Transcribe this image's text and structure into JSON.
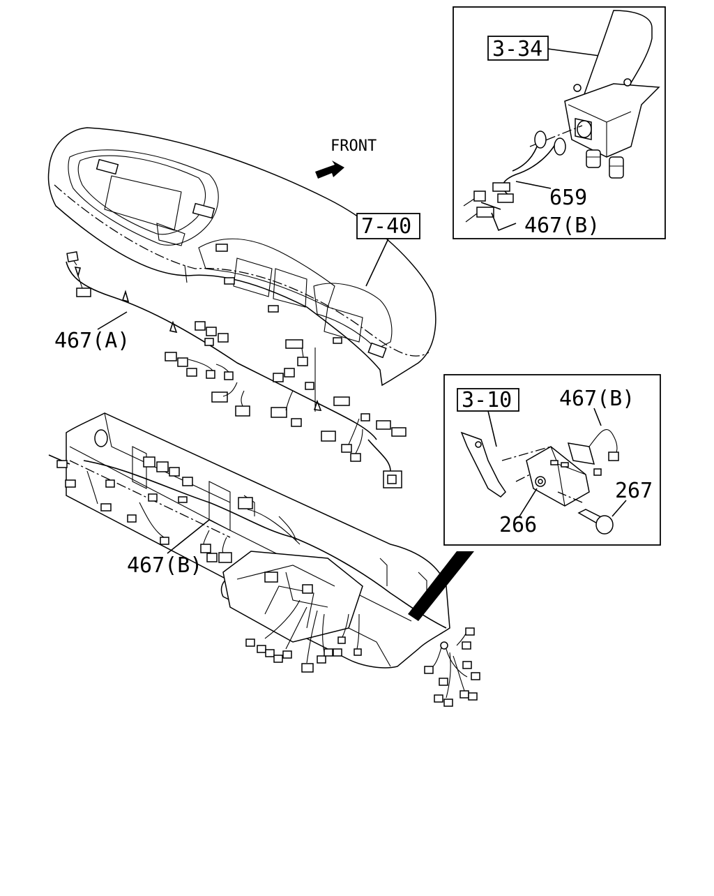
{
  "direction": {
    "label": "FRONT",
    "icon": "arrow-icon"
  },
  "callouts": {
    "ref_7_40": "7-40",
    "ref_3_34": "3-34",
    "ref_3_10": "3-10",
    "part_467a": "467(A)",
    "part_467b_main": "467(B)",
    "part_467b_inset1": "467(B)",
    "part_467b_inset2": "467(B)",
    "part_659": "659",
    "part_266": "266",
    "part_267": "267"
  }
}
